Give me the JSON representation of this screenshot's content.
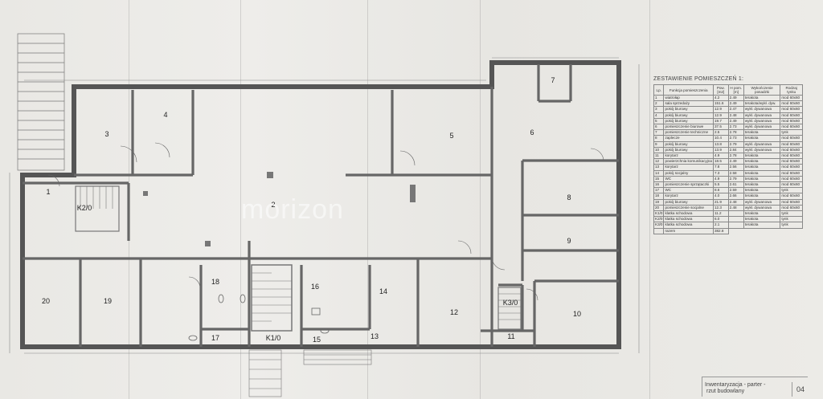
{
  "rooms": {
    "r1": "1",
    "r2": "2",
    "r3": "3",
    "r4": "4",
    "r5": "5",
    "r6": "6",
    "r7": "7",
    "r8": "8",
    "r9": "9",
    "r10": "10",
    "r11": "11",
    "r12": "12",
    "r13": "13",
    "r14": "14",
    "r15": "15",
    "r16": "16",
    "r17": "17",
    "r18": "18",
    "r19": "19",
    "r20": "20",
    "k1": "K1/0",
    "k2": "K2/0",
    "k3": "K3/0"
  },
  "table": {
    "title": "ZESTAWIENIE POMIESZCZEŃ 1:",
    "headers": [
      "Lp.",
      "Funkcja pomieszczenia",
      "Pow. [m2]",
      "H pom. [m]",
      "Wykończenie posadzki",
      "Rodzaj tynku"
    ],
    "rows": [
      [
        "1",
        "wiatrołap",
        "4.2",
        "2.49",
        "terakota",
        "mod 60x60"
      ],
      [
        "2",
        "sala sprzedaży",
        "151.6",
        "2.49",
        "terakota/wykł. dyw.",
        "mod 60x60"
      ],
      [
        "3",
        "pokój biurowy",
        "12.9",
        "2.47",
        "wykł. dywanowa",
        "mod 60x60"
      ],
      [
        "4",
        "pokój biurowy",
        "12.9",
        "2.48",
        "wykł. dywanowa",
        "mod 60x60"
      ],
      [
        "5",
        "pokój biurowy",
        "19.7",
        "2.49",
        "wykł. dywanowa",
        "mod 60x60"
      ],
      [
        "6",
        "pomieszczenie biurowe",
        "37.5",
        "2.73",
        "wykł. dywanowa",
        "mod 60x60"
      ],
      [
        "7",
        "pomieszczenie techniczne",
        "2.5",
        "2.78",
        "terakota",
        "tynk"
      ],
      [
        "8",
        "zaplecze",
        "10.4",
        "2.73",
        "terakota",
        "mod 60x60"
      ],
      [
        "9",
        "pokój biurowy",
        "13.8",
        "2.79",
        "wykł. dywanowa",
        "mod 60x60"
      ],
      [
        "10",
        "pokój biurowy",
        "13.9",
        "2.84",
        "wykł. dywanowa",
        "mod 60x60"
      ],
      [
        "11",
        "korytarz",
        "4.9",
        "2.78",
        "terakota",
        "mod 60x60"
      ],
      [
        "12",
        "powierzchnia komunikacyjna",
        "18.5",
        "2.49",
        "terakota",
        "mod 60x60"
      ],
      [
        "13",
        "korytarz",
        "7.8",
        "2.56",
        "terakota",
        "mod 60x60"
      ],
      [
        "14",
        "pokój socjalny",
        "7.3",
        "2.58",
        "terakota",
        "mod 60x60"
      ],
      [
        "15",
        "WC",
        "4.9",
        "2.79",
        "terakota",
        "mod 60x60"
      ],
      [
        "16",
        "pomieszczenie sprzątaczki",
        "5.5",
        "2.61",
        "terakota",
        "mod 60x60"
      ],
      [
        "17",
        "WC",
        "8.6",
        "2.59",
        "terakota",
        "tynk"
      ],
      [
        "18",
        "korytarz",
        "4.0",
        "2.66",
        "terakota",
        "mod 60x60"
      ],
      [
        "19",
        "pokój biurowy",
        "21.9",
        "2.48",
        "wykł. dywanowa",
        "mod 60x60"
      ],
      [
        "20",
        "pomieszczenie socjalne",
        "12.3",
        "2.48",
        "wykł. dywanowa",
        "mod 60x60"
      ],
      [
        "K1/0",
        "klatka schodowa",
        "11.2",
        "",
        "terakota",
        "tynk"
      ],
      [
        "K2/0",
        "klatka schodowa",
        "6.0",
        "",
        "terakota",
        "tynk"
      ],
      [
        "K3/0",
        "klatka schodowa",
        "2.1",
        "",
        "terakota",
        "tynk"
      ]
    ],
    "sum_label": "razem",
    "sum_value": "382.8"
  },
  "titleblock": {
    "line1": "Inwentaryzacja - parter -",
    "line2": "rzut budowlany",
    "sheet_no": "04"
  },
  "watermark": "morizon",
  "colors": {
    "wall": "#5a5a5a",
    "line": "#7a7a7a",
    "paper": "#ebeae6"
  }
}
